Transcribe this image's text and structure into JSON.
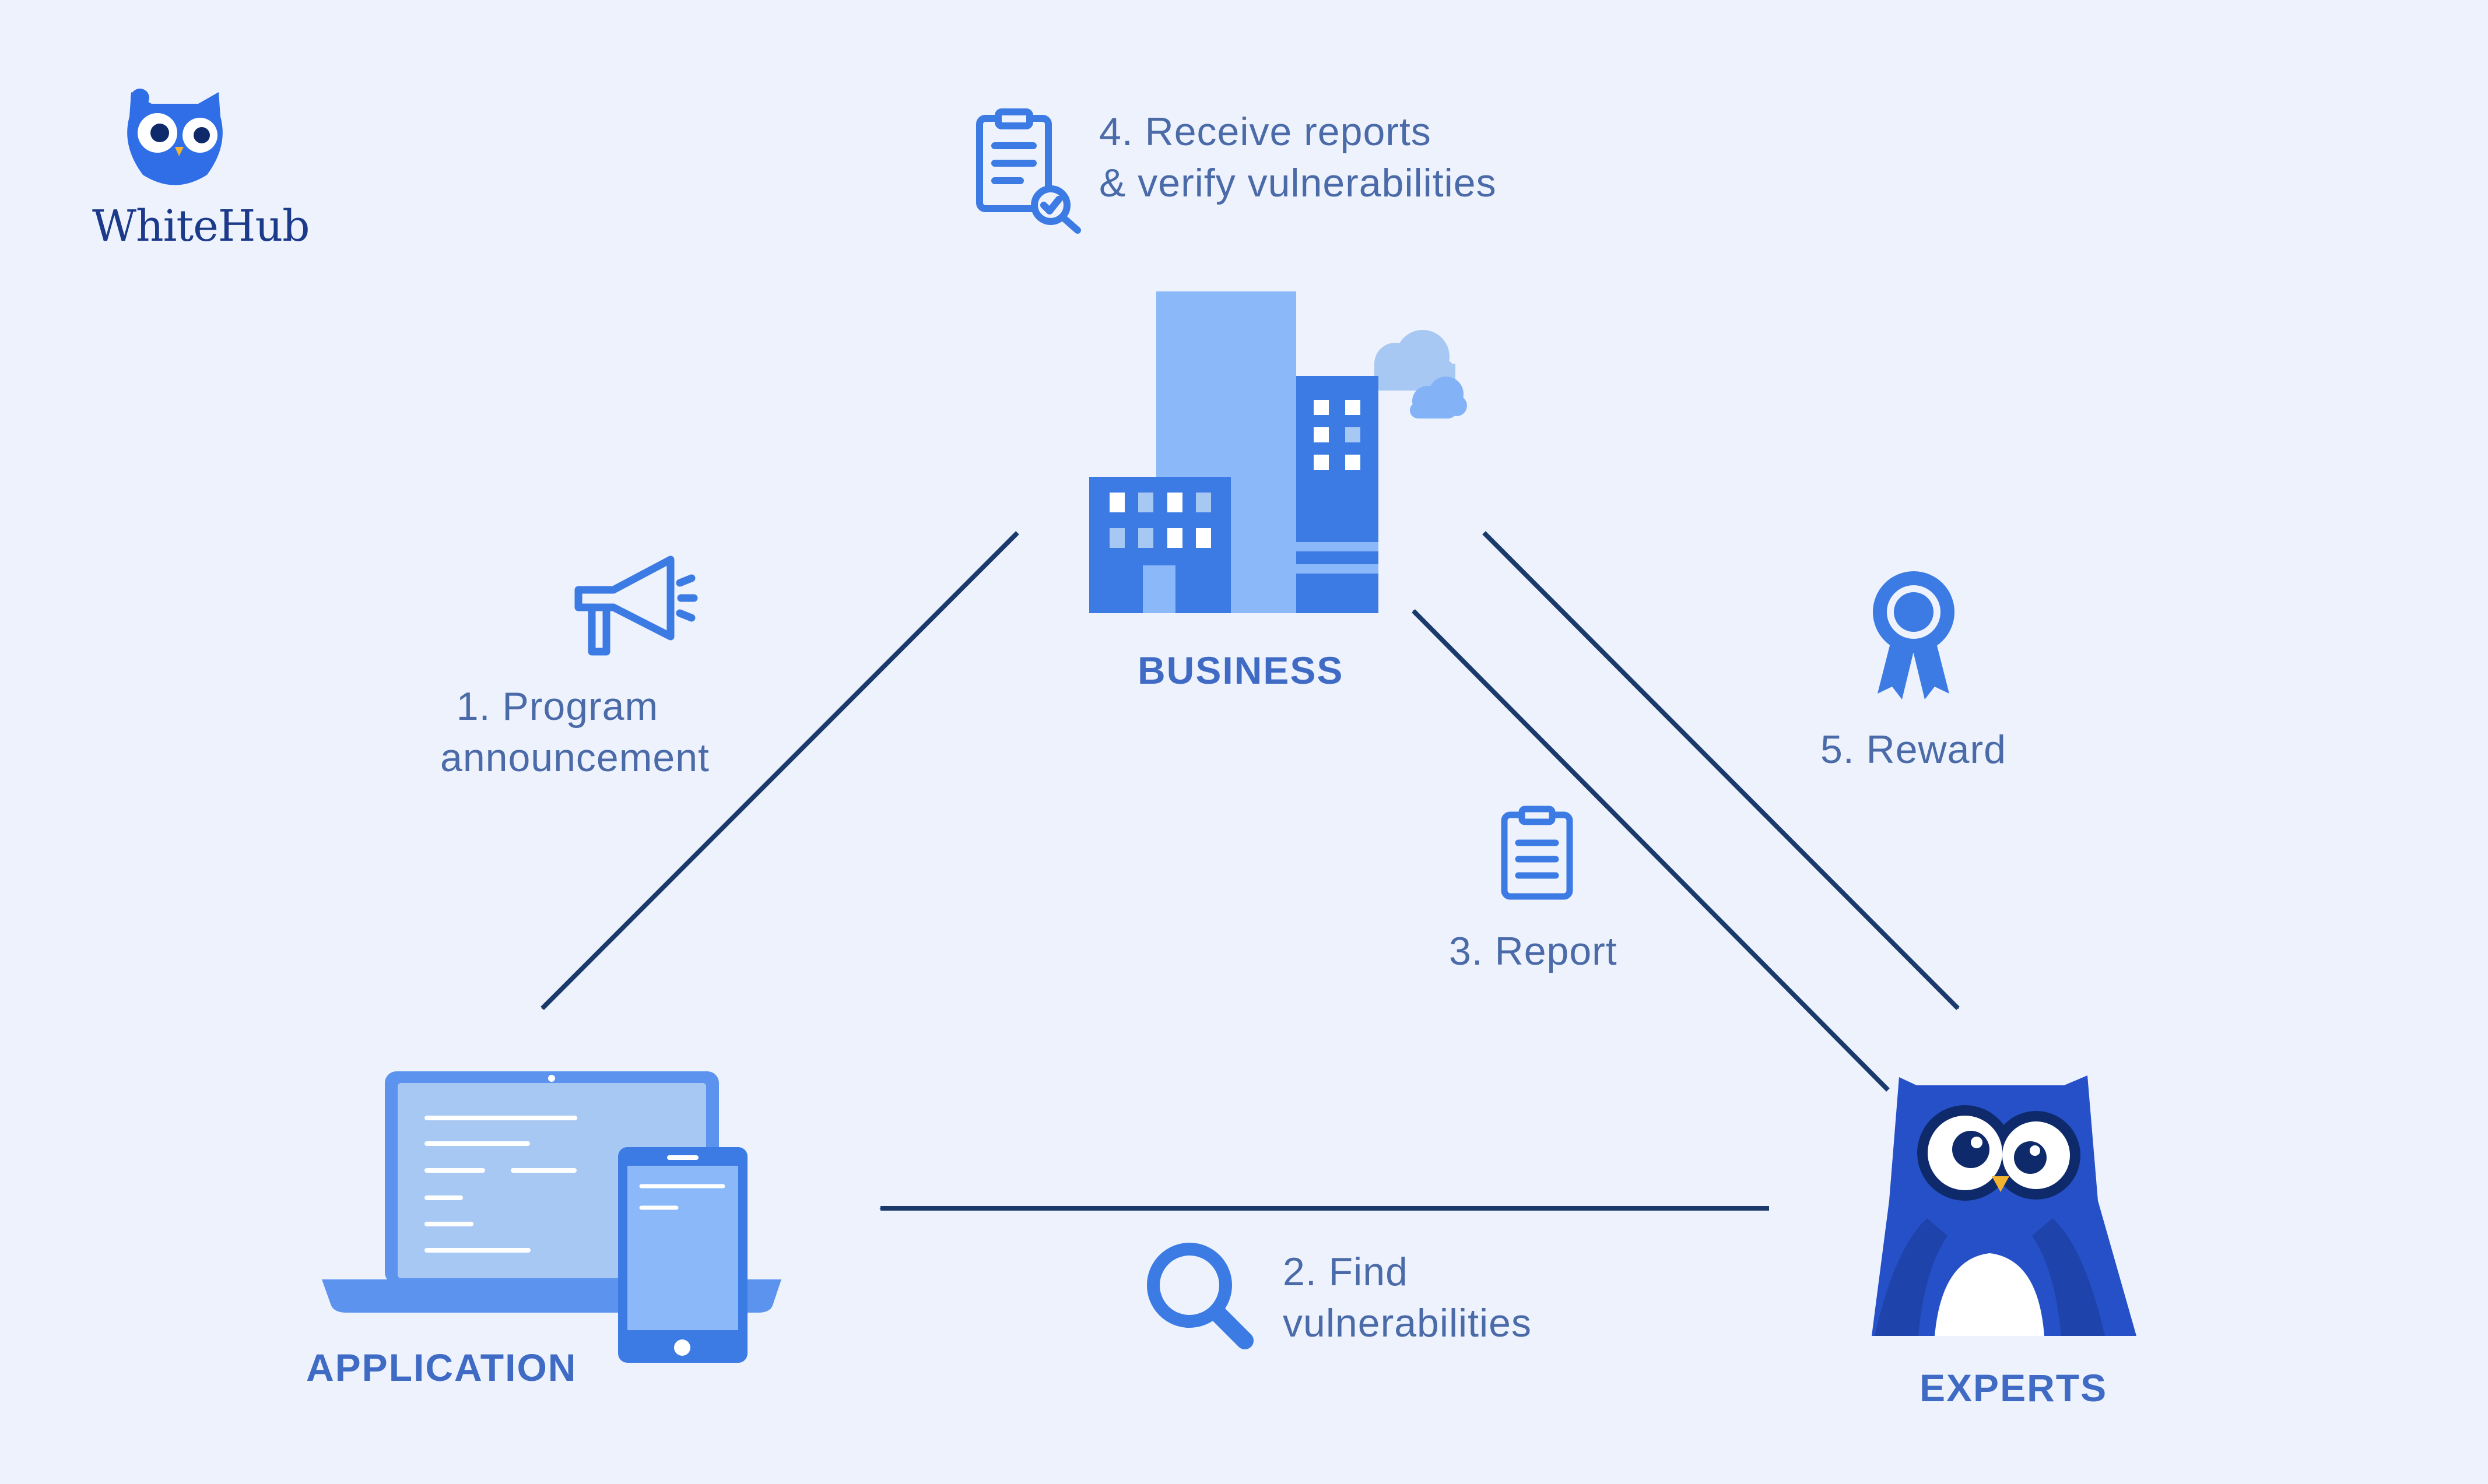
{
  "brand": {
    "name": "WhiteHub"
  },
  "nodes": {
    "business": "BUSINESS",
    "application": "APPLICATION",
    "experts": "EXPERTS"
  },
  "steps": {
    "announce": [
      "1. Program",
      "announcement"
    ],
    "find": [
      "2. Find",
      "vulnerabilities"
    ],
    "report": [
      "3. Report"
    ],
    "verify": [
      "4. Receive reports",
      "& verify vulnerabilities"
    ],
    "reward": [
      "5. Reward"
    ]
  },
  "colors": {
    "background": "#edf2fd",
    "arrow": "#1a3a6b",
    "primary": "#3c7be4",
    "light": "#8ab8f8",
    "dark": "#2550c8",
    "text": "#4a6aa8",
    "heading": "#3f6bc4"
  },
  "icons": [
    "owl-logo-icon",
    "clipboard-check-icon",
    "building-icon",
    "megaphone-icon",
    "rosette-icon",
    "clipboard-icon",
    "laptop-icon",
    "tablet-icon",
    "magnifier-icon",
    "owl-mascot-icon"
  ]
}
